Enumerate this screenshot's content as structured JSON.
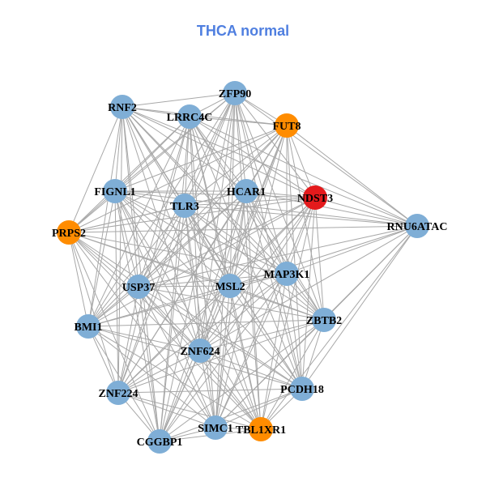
{
  "title": "THCA normal",
  "colors": {
    "title": "#4f7fe0",
    "edge": "#a8a8a8",
    "node_default": "#7faed6",
    "node_orange": "#ff8c00",
    "node_red": "#e41a1c"
  },
  "nodes": [
    {
      "id": "RNF2",
      "label": "RNF2",
      "color": "node_default"
    },
    {
      "id": "ZFP90",
      "label": "ZFP90",
      "color": "node_default"
    },
    {
      "id": "LRRC4C",
      "label": "LRRC4C",
      "color": "node_default"
    },
    {
      "id": "FUT8",
      "label": "FUT8",
      "color": "node_orange"
    },
    {
      "id": "FIGNL1",
      "label": "FIGNL1",
      "color": "node_default"
    },
    {
      "id": "HCAR1",
      "label": "HCAR1",
      "color": "node_default"
    },
    {
      "id": "NDST3",
      "label": "NDST3",
      "color": "node_red"
    },
    {
      "id": "TLR3",
      "label": "TLR3",
      "color": "node_default"
    },
    {
      "id": "RNU6ATAC",
      "label": "RNU6ATAC",
      "color": "node_default"
    },
    {
      "id": "PRPS2",
      "label": "PRPS2",
      "color": "node_orange"
    },
    {
      "id": "MAP3K1",
      "label": "MAP3K1",
      "color": "node_default"
    },
    {
      "id": "USP37",
      "label": "USP37",
      "color": "node_default"
    },
    {
      "id": "MSL2",
      "label": "MSL2",
      "color": "node_default"
    },
    {
      "id": "ZBTB2",
      "label": "ZBTB2",
      "color": "node_default"
    },
    {
      "id": "BMI1",
      "label": "BMI1",
      "color": "node_default"
    },
    {
      "id": "ZNF624",
      "label": "ZNF624",
      "color": "node_default"
    },
    {
      "id": "PCDH18",
      "label": "PCDH18",
      "color": "node_default"
    },
    {
      "id": "ZNF224",
      "label": "ZNF224",
      "color": "node_default"
    },
    {
      "id": "SIMC1",
      "label": "SIMC1",
      "color": "node_default"
    },
    {
      "id": "TBL1XR1",
      "label": "TBL1XR1",
      "color": "node_orange"
    },
    {
      "id": "CGGBP1",
      "label": "CGGBP1",
      "color": "node_default"
    }
  ],
  "edges": [
    [
      "RNF2",
      "ZFP90"
    ],
    [
      "RNF2",
      "LRRC4C"
    ],
    [
      "RNF2",
      "FUT8"
    ],
    [
      "RNF2",
      "FIGNL1"
    ],
    [
      "RNF2",
      "HCAR1"
    ],
    [
      "RNF2",
      "NDST3"
    ],
    [
      "RNF2",
      "TLR3"
    ],
    [
      "RNF2",
      "PRPS2"
    ],
    [
      "RNF2",
      "USP37"
    ],
    [
      "RNF2",
      "MSL2"
    ],
    [
      "RNF2",
      "ZBTB2"
    ],
    [
      "RNF2",
      "BMI1"
    ],
    [
      "RNF2",
      "ZNF624"
    ],
    [
      "RNF2",
      "PCDH18"
    ],
    [
      "RNF2",
      "ZNF224"
    ],
    [
      "RNF2",
      "TBL1XR1"
    ],
    [
      "RNF2",
      "RNU6ATAC"
    ],
    [
      "RNF2",
      "MAP3K1"
    ],
    [
      "RNF2",
      "CGGBP1"
    ],
    [
      "ZFP90",
      "LRRC4C"
    ],
    [
      "ZFP90",
      "FUT8"
    ],
    [
      "ZFP90",
      "FIGNL1"
    ],
    [
      "ZFP90",
      "HCAR1"
    ],
    [
      "ZFP90",
      "NDST3"
    ],
    [
      "ZFP90",
      "TLR3"
    ],
    [
      "ZFP90",
      "PRPS2"
    ],
    [
      "ZFP90",
      "MAP3K1"
    ],
    [
      "ZFP90",
      "USP37"
    ],
    [
      "ZFP90",
      "MSL2"
    ],
    [
      "ZFP90",
      "BMI1"
    ],
    [
      "ZFP90",
      "ZNF624"
    ],
    [
      "ZFP90",
      "ZNF224"
    ],
    [
      "ZFP90",
      "SIMC1"
    ],
    [
      "ZFP90",
      "CGGBP1"
    ],
    [
      "ZFP90",
      "RNU6ATAC"
    ],
    [
      "ZFP90",
      "ZBTB2"
    ],
    [
      "ZFP90",
      "PCDH18"
    ],
    [
      "ZFP90",
      "TBL1XR1"
    ],
    [
      "LRRC4C",
      "FUT8"
    ],
    [
      "LRRC4C",
      "FIGNL1"
    ],
    [
      "LRRC4C",
      "HCAR1"
    ],
    [
      "LRRC4C",
      "NDST3"
    ],
    [
      "LRRC4C",
      "TLR3"
    ],
    [
      "LRRC4C",
      "PRPS2"
    ],
    [
      "LRRC4C",
      "MAP3K1"
    ],
    [
      "LRRC4C",
      "USP37"
    ],
    [
      "LRRC4C",
      "MSL2"
    ],
    [
      "LRRC4C",
      "ZBTB2"
    ],
    [
      "LRRC4C",
      "BMI1"
    ],
    [
      "LRRC4C",
      "ZNF624"
    ],
    [
      "LRRC4C",
      "PCDH18"
    ],
    [
      "LRRC4C",
      "ZNF224"
    ],
    [
      "LRRC4C",
      "SIMC1"
    ],
    [
      "LRRC4C",
      "TBL1XR1"
    ],
    [
      "LRRC4C",
      "CGGBP1"
    ],
    [
      "LRRC4C",
      "RNU6ATAC"
    ],
    [
      "FUT8",
      "FIGNL1"
    ],
    [
      "FUT8",
      "HCAR1"
    ],
    [
      "FUT8",
      "NDST3"
    ],
    [
      "FUT8",
      "TLR3"
    ],
    [
      "FUT8",
      "RNU6ATAC"
    ],
    [
      "FUT8",
      "PRPS2"
    ],
    [
      "FUT8",
      "MAP3K1"
    ],
    [
      "FUT8",
      "USP37"
    ],
    [
      "FUT8",
      "MSL2"
    ],
    [
      "FUT8",
      "ZBTB2"
    ],
    [
      "FUT8",
      "BMI1"
    ],
    [
      "FUT8",
      "ZNF624"
    ],
    [
      "FUT8",
      "ZNF224"
    ],
    [
      "FUT8",
      "SIMC1"
    ],
    [
      "FUT8",
      "CGGBP1"
    ],
    [
      "FUT8",
      "PCDH18"
    ],
    [
      "FIGNL1",
      "HCAR1"
    ],
    [
      "FIGNL1",
      "NDST3"
    ],
    [
      "FIGNL1",
      "TLR3"
    ],
    [
      "FIGNL1",
      "PRPS2"
    ],
    [
      "FIGNL1",
      "MAP3K1"
    ],
    [
      "FIGNL1",
      "USP37"
    ],
    [
      "FIGNL1",
      "MSL2"
    ],
    [
      "FIGNL1",
      "ZBTB2"
    ],
    [
      "FIGNL1",
      "BMI1"
    ],
    [
      "FIGNL1",
      "ZNF624"
    ],
    [
      "FIGNL1",
      "PCDH18"
    ],
    [
      "FIGNL1",
      "ZNF224"
    ],
    [
      "FIGNL1",
      "SIMC1"
    ],
    [
      "FIGNL1",
      "TBL1XR1"
    ],
    [
      "FIGNL1",
      "CGGBP1"
    ],
    [
      "FIGNL1",
      "RNU6ATAC"
    ],
    [
      "HCAR1",
      "NDST3"
    ],
    [
      "HCAR1",
      "TLR3"
    ],
    [
      "HCAR1",
      "RNU6ATAC"
    ],
    [
      "HCAR1",
      "PRPS2"
    ],
    [
      "HCAR1",
      "MAP3K1"
    ],
    [
      "HCAR1",
      "USP37"
    ],
    [
      "HCAR1",
      "MSL2"
    ],
    [
      "HCAR1",
      "ZBTB2"
    ],
    [
      "HCAR1",
      "BMI1"
    ],
    [
      "HCAR1",
      "ZNF624"
    ],
    [
      "HCAR1",
      "PCDH18"
    ],
    [
      "HCAR1",
      "ZNF224"
    ],
    [
      "HCAR1",
      "SIMC1"
    ],
    [
      "HCAR1",
      "TBL1XR1"
    ],
    [
      "HCAR1",
      "CGGBP1"
    ],
    [
      "NDST3",
      "TLR3"
    ],
    [
      "NDST3",
      "RNU6ATAC"
    ],
    [
      "NDST3",
      "PRPS2"
    ],
    [
      "NDST3",
      "MAP3K1"
    ],
    [
      "NDST3",
      "USP37"
    ],
    [
      "NDST3",
      "MSL2"
    ],
    [
      "NDST3",
      "ZBTB2"
    ],
    [
      "NDST3",
      "BMI1"
    ],
    [
      "NDST3",
      "ZNF624"
    ],
    [
      "NDST3",
      "PCDH18"
    ],
    [
      "NDST3",
      "ZNF224"
    ],
    [
      "NDST3",
      "SIMC1"
    ],
    [
      "NDST3",
      "TBL1XR1"
    ],
    [
      "NDST3",
      "CGGBP1"
    ],
    [
      "TLR3",
      "RNU6ATAC"
    ],
    [
      "TLR3",
      "PRPS2"
    ],
    [
      "TLR3",
      "MAP3K1"
    ],
    [
      "TLR3",
      "USP37"
    ],
    [
      "TLR3",
      "MSL2"
    ],
    [
      "TLR3",
      "ZBTB2"
    ],
    [
      "TLR3",
      "BMI1"
    ],
    [
      "TLR3",
      "ZNF624"
    ],
    [
      "TLR3",
      "PCDH18"
    ],
    [
      "TLR3",
      "ZNF224"
    ],
    [
      "TLR3",
      "SIMC1"
    ],
    [
      "TLR3",
      "TBL1XR1"
    ],
    [
      "TLR3",
      "CGGBP1"
    ],
    [
      "RNU6ATAC",
      "PRPS2"
    ],
    [
      "RNU6ATAC",
      "MAP3K1"
    ],
    [
      "RNU6ATAC",
      "MSL2"
    ],
    [
      "RNU6ATAC",
      "ZBTB2"
    ],
    [
      "RNU6ATAC",
      "ZNF624"
    ],
    [
      "RNU6ATAC",
      "PCDH18"
    ],
    [
      "RNU6ATAC",
      "SIMC1"
    ],
    [
      "RNU6ATAC",
      "TBL1XR1"
    ],
    [
      "RNU6ATAC",
      "USP37"
    ],
    [
      "PRPS2",
      "MAP3K1"
    ],
    [
      "PRPS2",
      "USP37"
    ],
    [
      "PRPS2",
      "MSL2"
    ],
    [
      "PRPS2",
      "ZBTB2"
    ],
    [
      "PRPS2",
      "BMI1"
    ],
    [
      "PRPS2",
      "ZNF624"
    ],
    [
      "PRPS2",
      "PCDH18"
    ],
    [
      "PRPS2",
      "ZNF224"
    ],
    [
      "PRPS2",
      "SIMC1"
    ],
    [
      "PRPS2",
      "TBL1XR1"
    ],
    [
      "PRPS2",
      "CGGBP1"
    ],
    [
      "MAP3K1",
      "USP37"
    ],
    [
      "MAP3K1",
      "MSL2"
    ],
    [
      "MAP3K1",
      "ZBTB2"
    ],
    [
      "MAP3K1",
      "BMI1"
    ],
    [
      "MAP3K1",
      "ZNF624"
    ],
    [
      "MAP3K1",
      "PCDH18"
    ],
    [
      "MAP3K1",
      "ZNF224"
    ],
    [
      "MAP3K1",
      "SIMC1"
    ],
    [
      "MAP3K1",
      "TBL1XR1"
    ],
    [
      "MAP3K1",
      "CGGBP1"
    ],
    [
      "USP37",
      "MSL2"
    ],
    [
      "USP37",
      "ZBTB2"
    ],
    [
      "USP37",
      "BMI1"
    ],
    [
      "USP37",
      "ZNF624"
    ],
    [
      "USP37",
      "PCDH18"
    ],
    [
      "USP37",
      "ZNF224"
    ],
    [
      "USP37",
      "SIMC1"
    ],
    [
      "USP37",
      "TBL1XR1"
    ],
    [
      "USP37",
      "CGGBP1"
    ],
    [
      "MSL2",
      "ZBTB2"
    ],
    [
      "MSL2",
      "BMI1"
    ],
    [
      "MSL2",
      "ZNF624"
    ],
    [
      "MSL2",
      "PCDH18"
    ],
    [
      "MSL2",
      "ZNF224"
    ],
    [
      "MSL2",
      "SIMC1"
    ],
    [
      "MSL2",
      "TBL1XR1"
    ],
    [
      "MSL2",
      "CGGBP1"
    ],
    [
      "ZBTB2",
      "BMI1"
    ],
    [
      "ZBTB2",
      "ZNF624"
    ],
    [
      "ZBTB2",
      "PCDH18"
    ],
    [
      "ZBTB2",
      "ZNF224"
    ],
    [
      "ZBTB2",
      "SIMC1"
    ],
    [
      "ZBTB2",
      "TBL1XR1"
    ],
    [
      "ZBTB2",
      "CGGBP1"
    ],
    [
      "BMI1",
      "ZNF624"
    ],
    [
      "BMI1",
      "PCDH18"
    ],
    [
      "BMI1",
      "ZNF224"
    ],
    [
      "BMI1",
      "SIMC1"
    ],
    [
      "BMI1",
      "TBL1XR1"
    ],
    [
      "BMI1",
      "CGGBP1"
    ],
    [
      "ZNF624",
      "PCDH18"
    ],
    [
      "ZNF624",
      "ZNF224"
    ],
    [
      "ZNF624",
      "SIMC1"
    ],
    [
      "ZNF624",
      "TBL1XR1"
    ],
    [
      "ZNF624",
      "CGGBP1"
    ],
    [
      "PCDH18",
      "ZNF224"
    ],
    [
      "PCDH18",
      "SIMC1"
    ],
    [
      "PCDH18",
      "TBL1XR1"
    ],
    [
      "PCDH18",
      "CGGBP1"
    ],
    [
      "ZNF224",
      "SIMC1"
    ],
    [
      "ZNF224",
      "TBL1XR1"
    ],
    [
      "ZNF224",
      "CGGBP1"
    ],
    [
      "SIMC1",
      "TBL1XR1"
    ],
    [
      "SIMC1",
      "CGGBP1"
    ],
    [
      "TBL1XR1",
      "CGGBP1"
    ]
  ]
}
